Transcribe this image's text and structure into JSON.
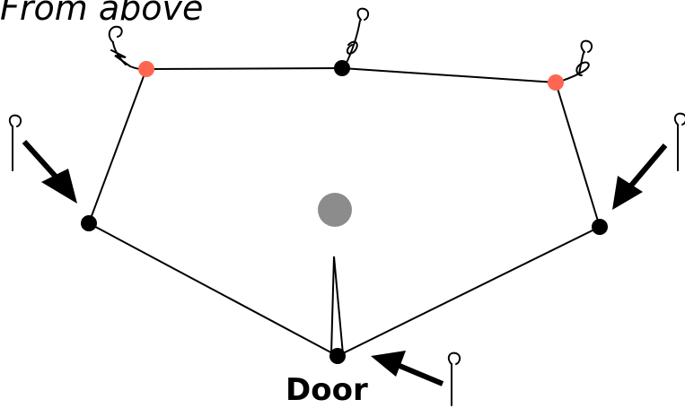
{
  "diagram": {
    "title": "From above",
    "door_label": "Door",
    "colors": {
      "black_node": "#000000",
      "red_node": "#ff6652",
      "center_node": "#8c8c8c",
      "line": "#000000",
      "background": "#ffffff"
    },
    "nodes": [
      {
        "name": "node-top-left",
        "kind": "red"
      },
      {
        "name": "node-top-center",
        "kind": "black"
      },
      {
        "name": "node-top-right",
        "kind": "red"
      },
      {
        "name": "node-left",
        "kind": "black"
      },
      {
        "name": "node-right",
        "kind": "black"
      },
      {
        "name": "node-door",
        "kind": "black"
      },
      {
        "name": "node-center",
        "kind": "gray"
      }
    ],
    "icons": [
      "hook-icon",
      "arrow-icon"
    ]
  }
}
